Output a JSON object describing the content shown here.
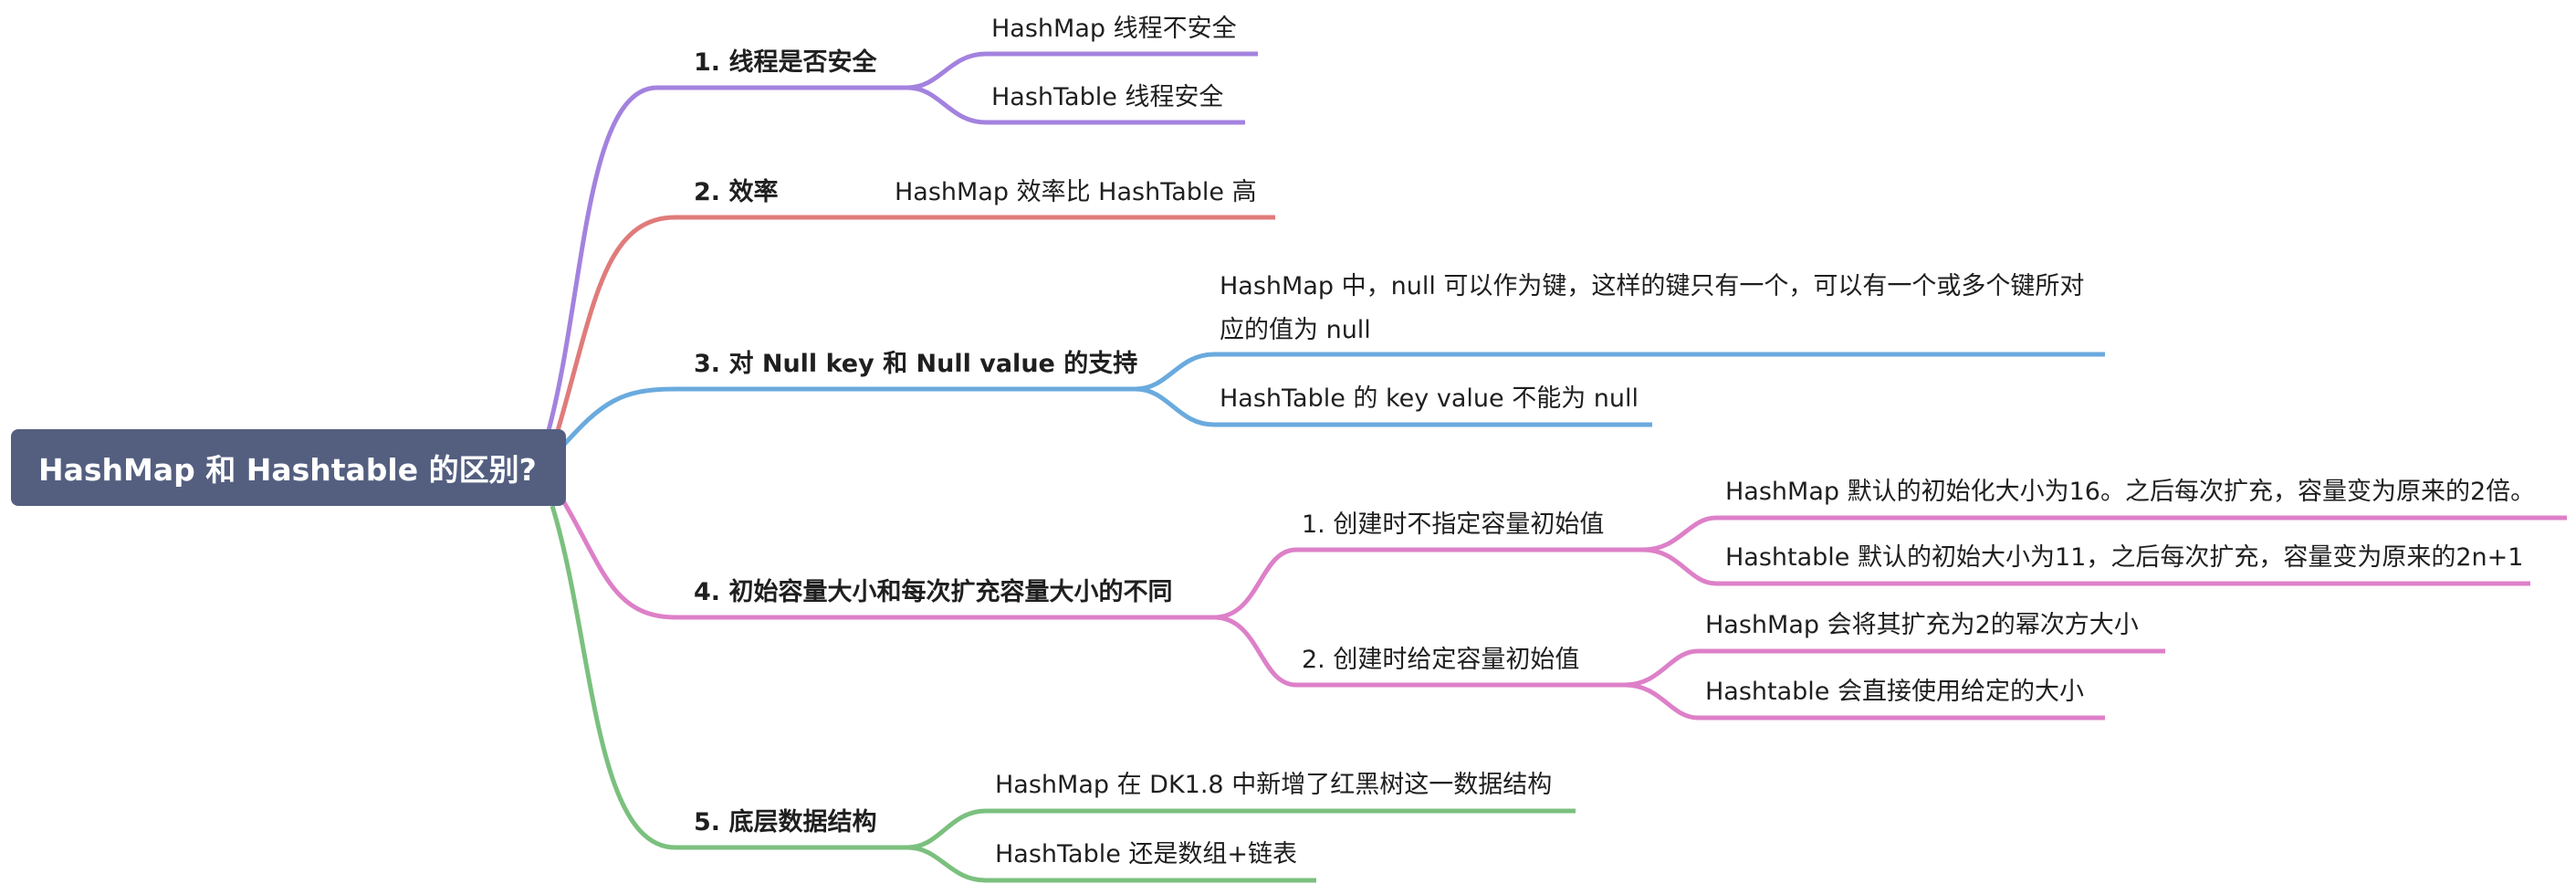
{
  "root": {
    "text": "HashMap 和 Hashtable 的区别?"
  },
  "colors": {
    "root_bg": "#545f80",
    "purple": "#a382de",
    "red": "#e07b7b",
    "blue": "#6aaade",
    "pink": "#dd80c8",
    "green": "#7bc07e"
  },
  "branches": [
    {
      "label": "1. 线程是否安全",
      "children": [
        "HashMap 线程不安全",
        "HashTable 线程安全"
      ]
    },
    {
      "label": "2. 效率",
      "children": [
        "HashMap 效率比 HashTable 高"
      ]
    },
    {
      "label": "3. 对 Null key 和 Null value 的支持",
      "children": [
        "HashMap 中，null 可以作为键，这样的键只有一个，可以有一个或多个键所对应的值为 null",
        "HashTable 的 key value 不能为 null"
      ]
    },
    {
      "label": "4. 初始容量大小和每次扩充容量大小的不同",
      "sub": [
        {
          "label": "1. 创建时不指定容量初始值",
          "children": [
            "HashMap 默认的初始化大小为16。之后每次扩充，容量变为原来的2倍。",
            "Hashtable 默认的初始大小为11，之后每次扩充，容量变为原来的2n+1"
          ]
        },
        {
          "label": "2. 创建时给定容量初始值",
          "children": [
            "HashMap 会将其扩充为2的幂次方大小",
            "Hashtable 会直接使用给定的大小"
          ]
        }
      ]
    },
    {
      "label": "5. 底层数据结构",
      "children": [
        "HashMap 在 DK1.8 中新增了红黑树这一数据结构",
        "HashTable 还是数组+链表"
      ]
    }
  ]
}
